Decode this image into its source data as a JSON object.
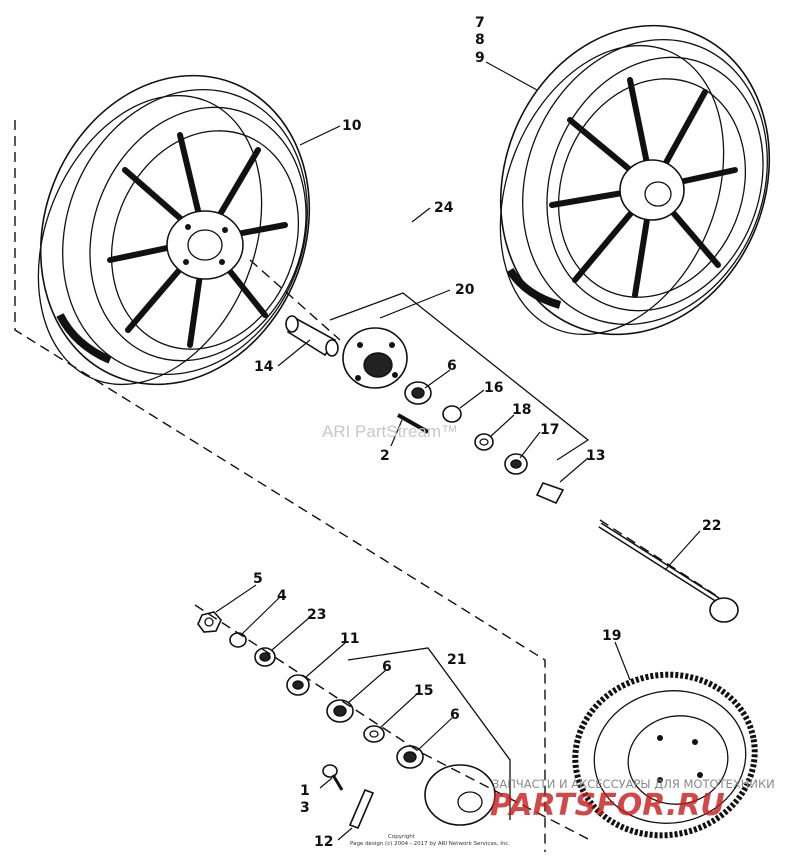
{
  "diagram": {
    "callouts": [
      "7",
      "8",
      "9",
      "10",
      "24",
      "20",
      "14",
      "6",
      "16",
      "18",
      "2",
      "17",
      "13",
      "22",
      "5",
      "4",
      "23",
      "11",
      "21",
      "6",
      "15",
      "6",
      "19",
      "1",
      "3",
      "12"
    ],
    "watermark": "ARI PartStream™",
    "site_banner": "ЗАПЧАСТИ И АКСЕССУАРЫ ДЛЯ МОТОТЕХНИКИ",
    "site_logo": "PARTSFOR.RU",
    "copyright_line1": "Copyright",
    "copyright_line2": "Page design (c) 2004 - 2017 by ARI Network Services, Inc."
  }
}
